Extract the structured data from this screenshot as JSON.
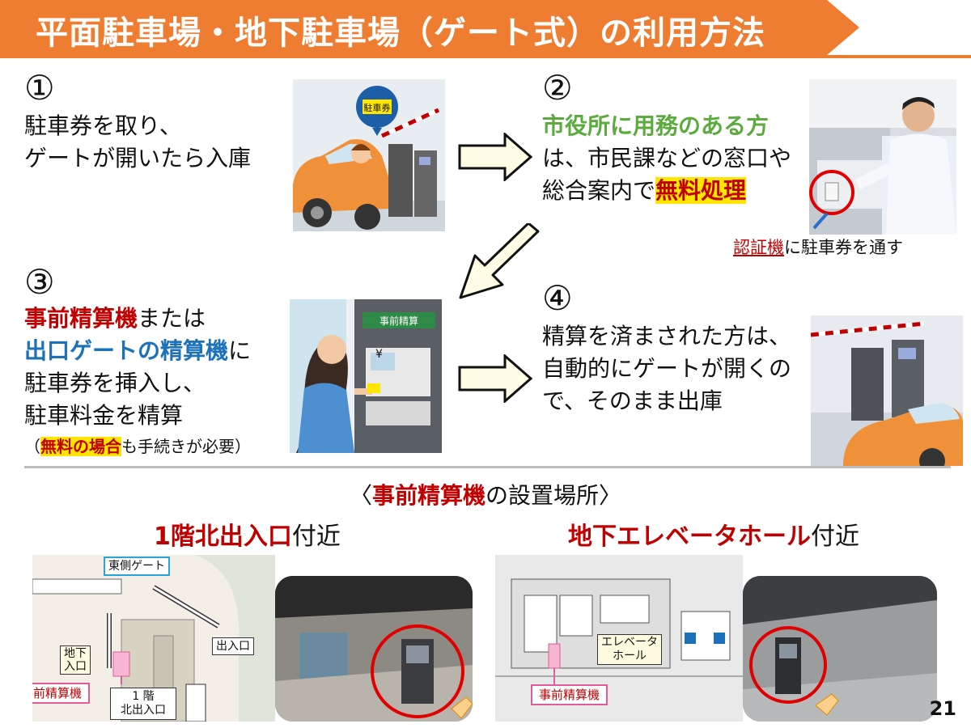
{
  "title": "平面駐車場・地下駐車場（ゲート式）の利用方法",
  "colors": {
    "banner": "#ee7d32",
    "green": "#5cab3e",
    "red": "#c00000",
    "blue": "#1c71b8",
    "highlight": "#ffe600",
    "arrow_fill": "#fffde6"
  },
  "step1": {
    "number": "①",
    "line1": "駐車券を取り、",
    "line2": "ゲートが開いたら入庫",
    "ticket_sign": "駐車券"
  },
  "step2": {
    "number": "②",
    "line1": "市役所に用務のある方",
    "line2": "は、市民課などの窓口や",
    "line3_a": "総合案内で",
    "line3_b": "無料処理",
    "caption_a": "認証機",
    "caption_b": "に駐車券を通す"
  },
  "step3": {
    "number": "③",
    "line1_a": "事前精算機",
    "line1_b": "または",
    "line2_a": "出口ゲートの精算機",
    "line2_b": "に",
    "line3": "駐車券を挿入し、",
    "line4": "駐車料金を精算",
    "note_open": "（",
    "note_a": "無料の場合",
    "note_b": "も手続きが必要）",
    "machine_sign": "事前精算",
    "yen": "¥"
  },
  "step4": {
    "number": "④",
    "line1": "精算を済まされた方は、",
    "line2": "自動的にゲートが開くの",
    "line3": "で、そのまま出庫"
  },
  "locations": {
    "title_open": "〈",
    "title_a": "事前精算機",
    "title_b": "の設置場所〉",
    "left": {
      "title_a": "1階北出入口",
      "title_b": "付近",
      "labels": {
        "east_gate": "東側ゲート",
        "entrance": "出入口",
        "basement_l1": "地下",
        "basement_l2": "入口",
        "machine": "事前精算機",
        "floor_l1": "1 階",
        "floor_l2": "北出入口"
      }
    },
    "right": {
      "title_a": "地下エレベータホール",
      "title_b": "付近",
      "labels": {
        "hall_l1": "エレベータ",
        "hall_l2": "ホール",
        "machine": "事前精算機"
      }
    }
  },
  "page_number": "21"
}
